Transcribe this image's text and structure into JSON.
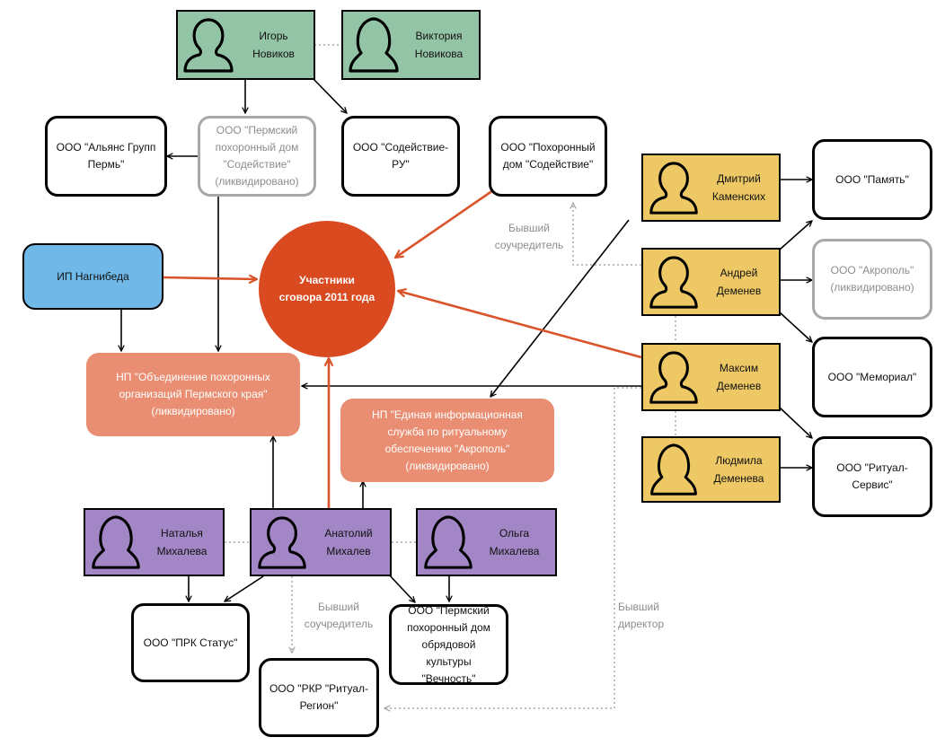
{
  "center": {
    "label": "Участники\nсговора 2011 года"
  },
  "people": {
    "igor": "Игорь\nНовиков",
    "viktoria": "Виктория\nНовикова",
    "dmitry": "Дмитрий\nКаменских",
    "andrey": "Андрей\nДеменев",
    "maksim": "Максим\nДеменев",
    "lyudmila": "Людмила\nДеменева",
    "natalya": "Наталья\nМихалева",
    "anatoly": "Анатолий\nМихалев",
    "olga": "Ольга\nМихалева"
  },
  "orgs": {
    "alyans": "ООО \"Альянс Групп\nПермь\"",
    "permsky_pd": "ООО \"Пермский\nпохоронный дом\n\"Содействие\"\n(ликвидировано)",
    "sodeistvie_ru": "ООО \"Содействие-\nРУ\"",
    "pokhoronny_dom": "ООО \"Похоронный\nдом \"Содействие\"",
    "ip_nagnibeda": "ИП Нагнибеда",
    "np_obedinenie": "НП \"Объединение похоронных\nорганизаций Пермского края\"\n(ликвидировано)",
    "np_akropol": "НП \"Единая информационная\nслужба по ритуальному\nобеспечению \"Акрополь\"\n(ликвидировано)",
    "pamyat": "ООО \"Память\"",
    "akropol": "ООО \"Акрополь\"\n(ликвидировано)",
    "memorial": "ООО \"Мемориал\"",
    "ritual_servis": "ООО \"Ритуал-\nСервис\"",
    "prk_status": "ООО \"ПРК Статус\"",
    "rkr": "ООО \"РКР \"Ритуал-\nРегион\"",
    "vechnost": "ООО \"Пермский\nпохоронный дом\nобрядовой\nкультуры \"Вечность\""
  },
  "notes": {
    "former_cofounder_1": "Бывший\nсоучредитель",
    "former_cofounder_2": "Бывший\nсоучредитель",
    "former_director": "Бывший\nдиректор"
  },
  "colors": {
    "green": "#94c4a6",
    "yellow": "#edc865",
    "purple": "#a286c5",
    "salmon": "#e98e72",
    "blue": "#6fb8e8",
    "red": "#d94a21",
    "arrow_red": "#d9542a",
    "grey": "#a8a8a8"
  }
}
